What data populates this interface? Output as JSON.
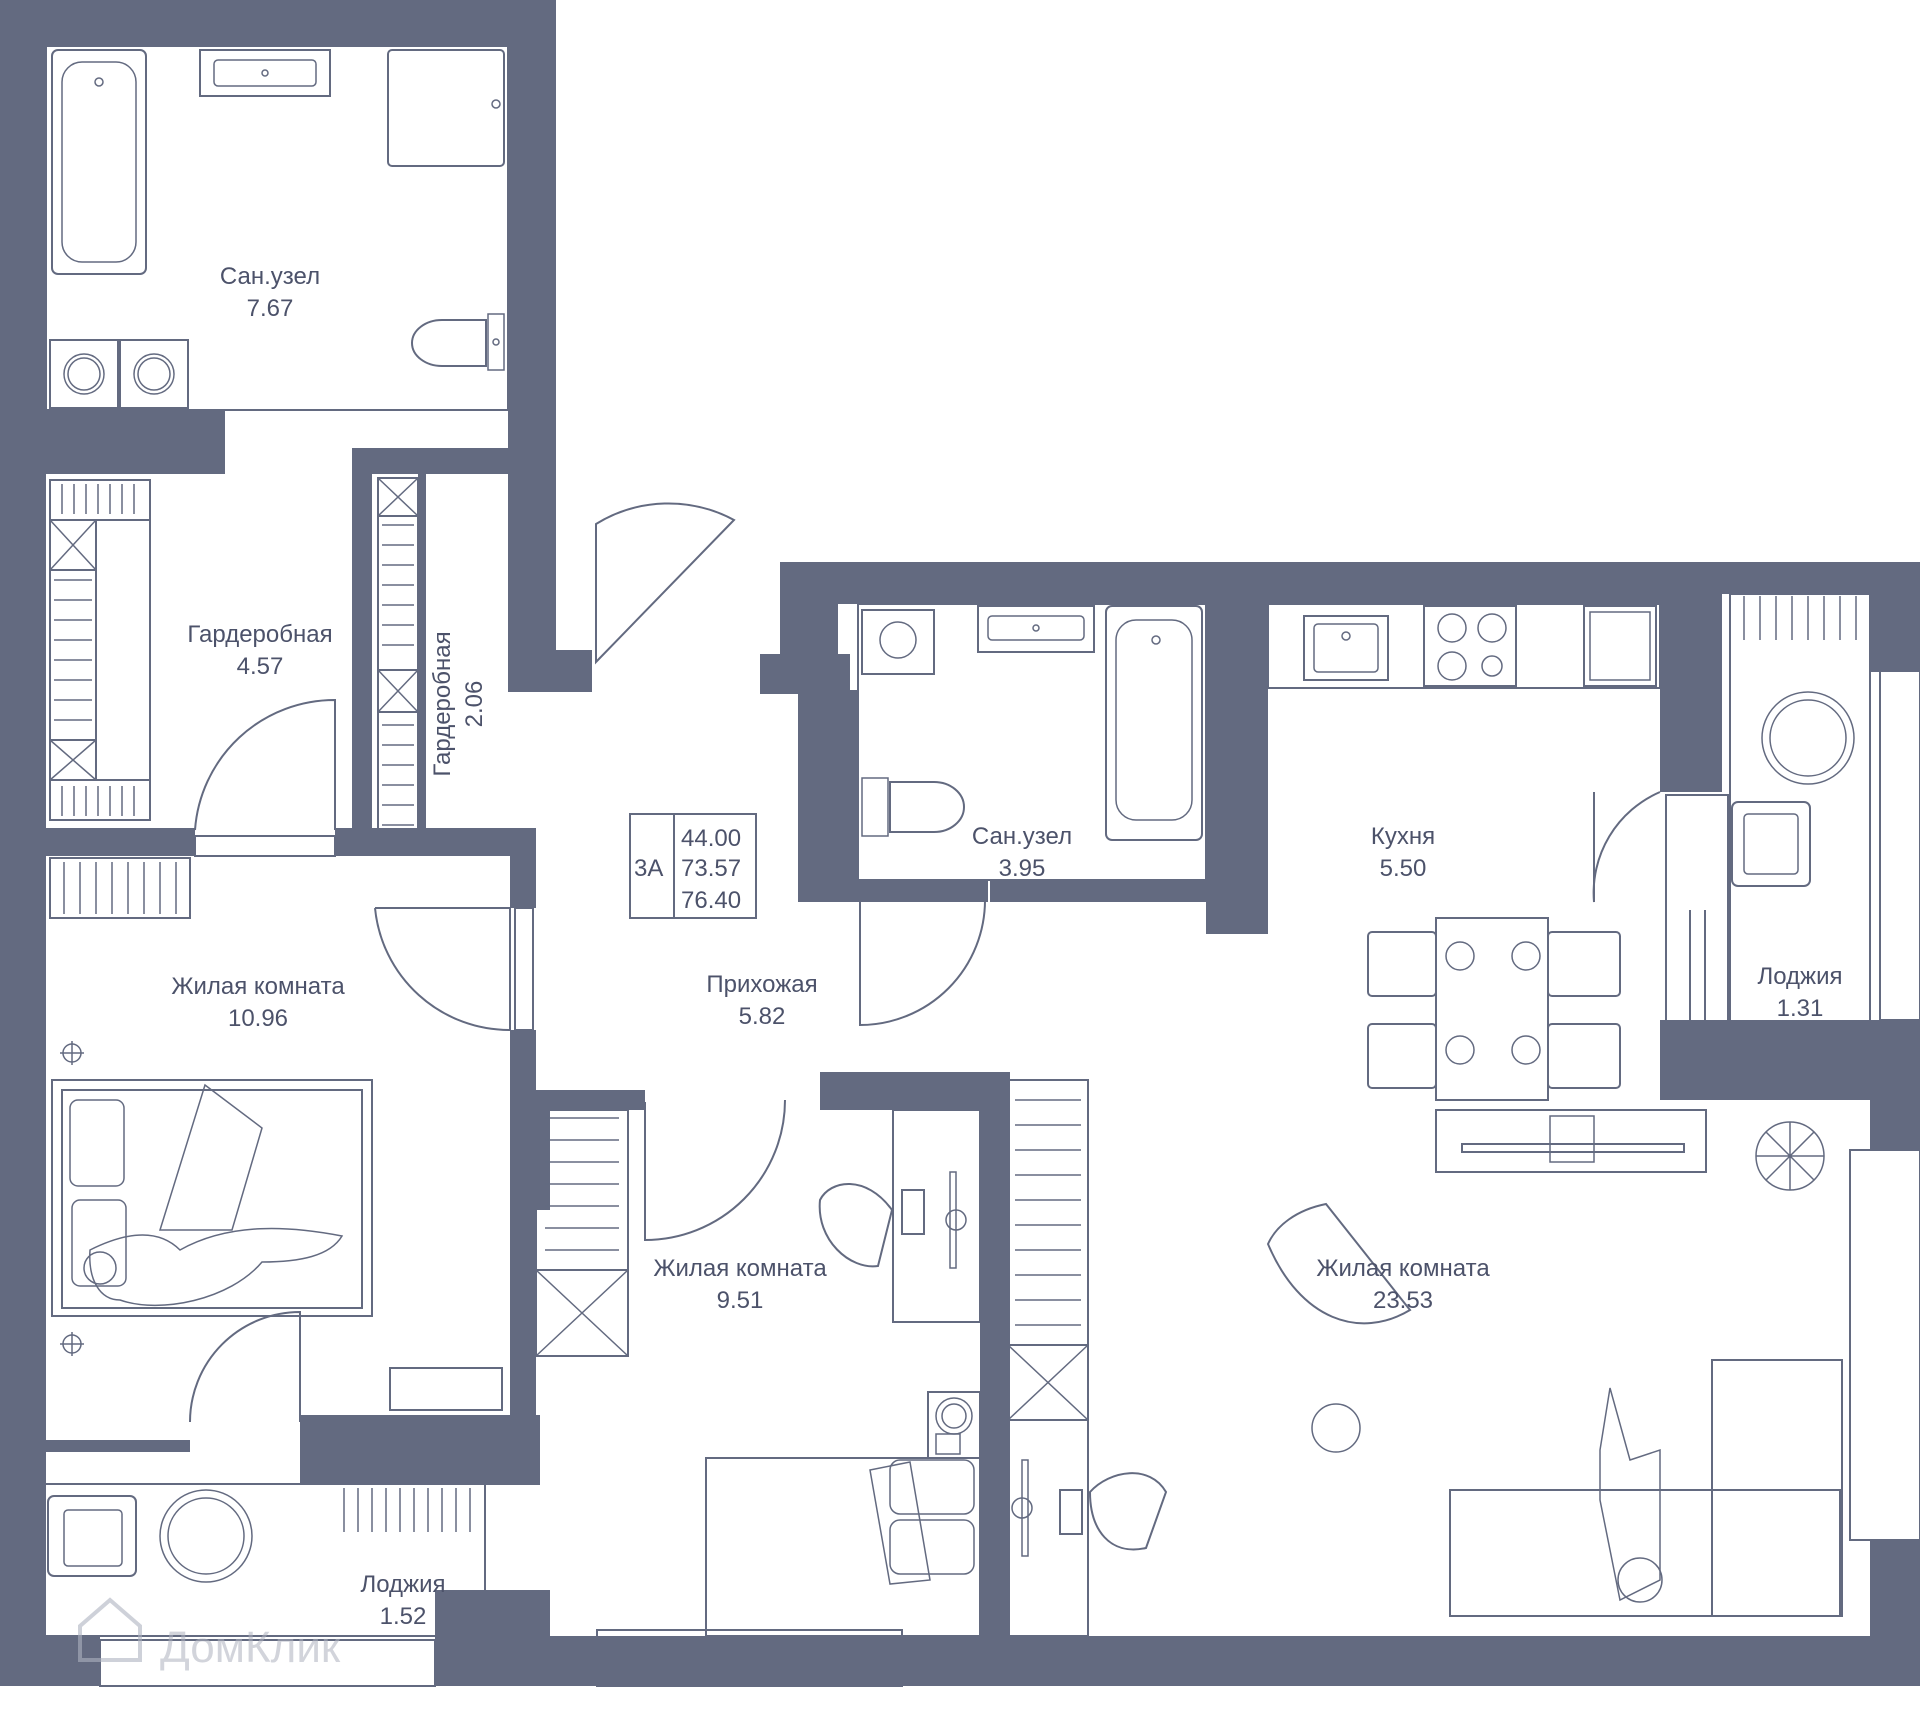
{
  "colors": {
    "wall": "#636a80",
    "text": "#4c526a",
    "background": "#ffffff"
  },
  "rooms": {
    "bath1": {
      "name": "Сан.узел",
      "area": "7.67"
    },
    "wardrobe1": {
      "name": "Гардеробная",
      "area": "4.57"
    },
    "wardrobe2": {
      "name": "Гардеробная",
      "area": "2.06"
    },
    "bedroom1": {
      "name": "Жилая комната",
      "area": "10.96"
    },
    "loggia1": {
      "name": "Лоджия",
      "area": "1.52"
    },
    "hall": {
      "name": "Прихожая",
      "area": "5.82"
    },
    "bath2": {
      "name": "Сан.узел",
      "area": "3.95"
    },
    "kitchen": {
      "name": "Кухня",
      "area": "5.50"
    },
    "loggia2": {
      "name": "Лоджия",
      "area": "1.31"
    },
    "bedroom2": {
      "name": "Жилая комната",
      "area": "9.51"
    },
    "living": {
      "name": "Жилая комната",
      "area": "23.53"
    }
  },
  "spec": {
    "type": "3А",
    "area_living": "44.00",
    "area_total": "73.57",
    "area_with_loggia": "76.40"
  },
  "watermark": {
    "text": "ДомКлик",
    "icon": "house-logo-icon"
  }
}
